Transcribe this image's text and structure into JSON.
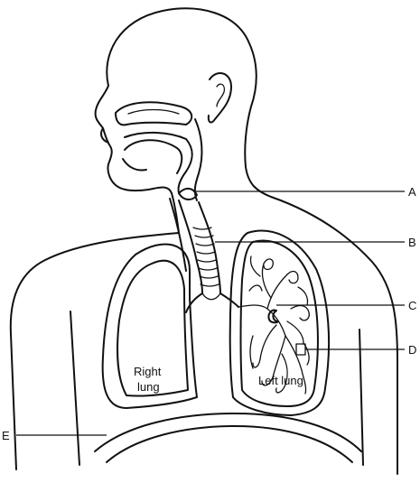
{
  "labels": {
    "a": "A",
    "b": "B",
    "c": "C",
    "d": "D",
    "e": "E"
  },
  "organs": {
    "right_lung_line1": "Right",
    "right_lung_line2": "lung",
    "left_lung": "Left lung"
  }
}
